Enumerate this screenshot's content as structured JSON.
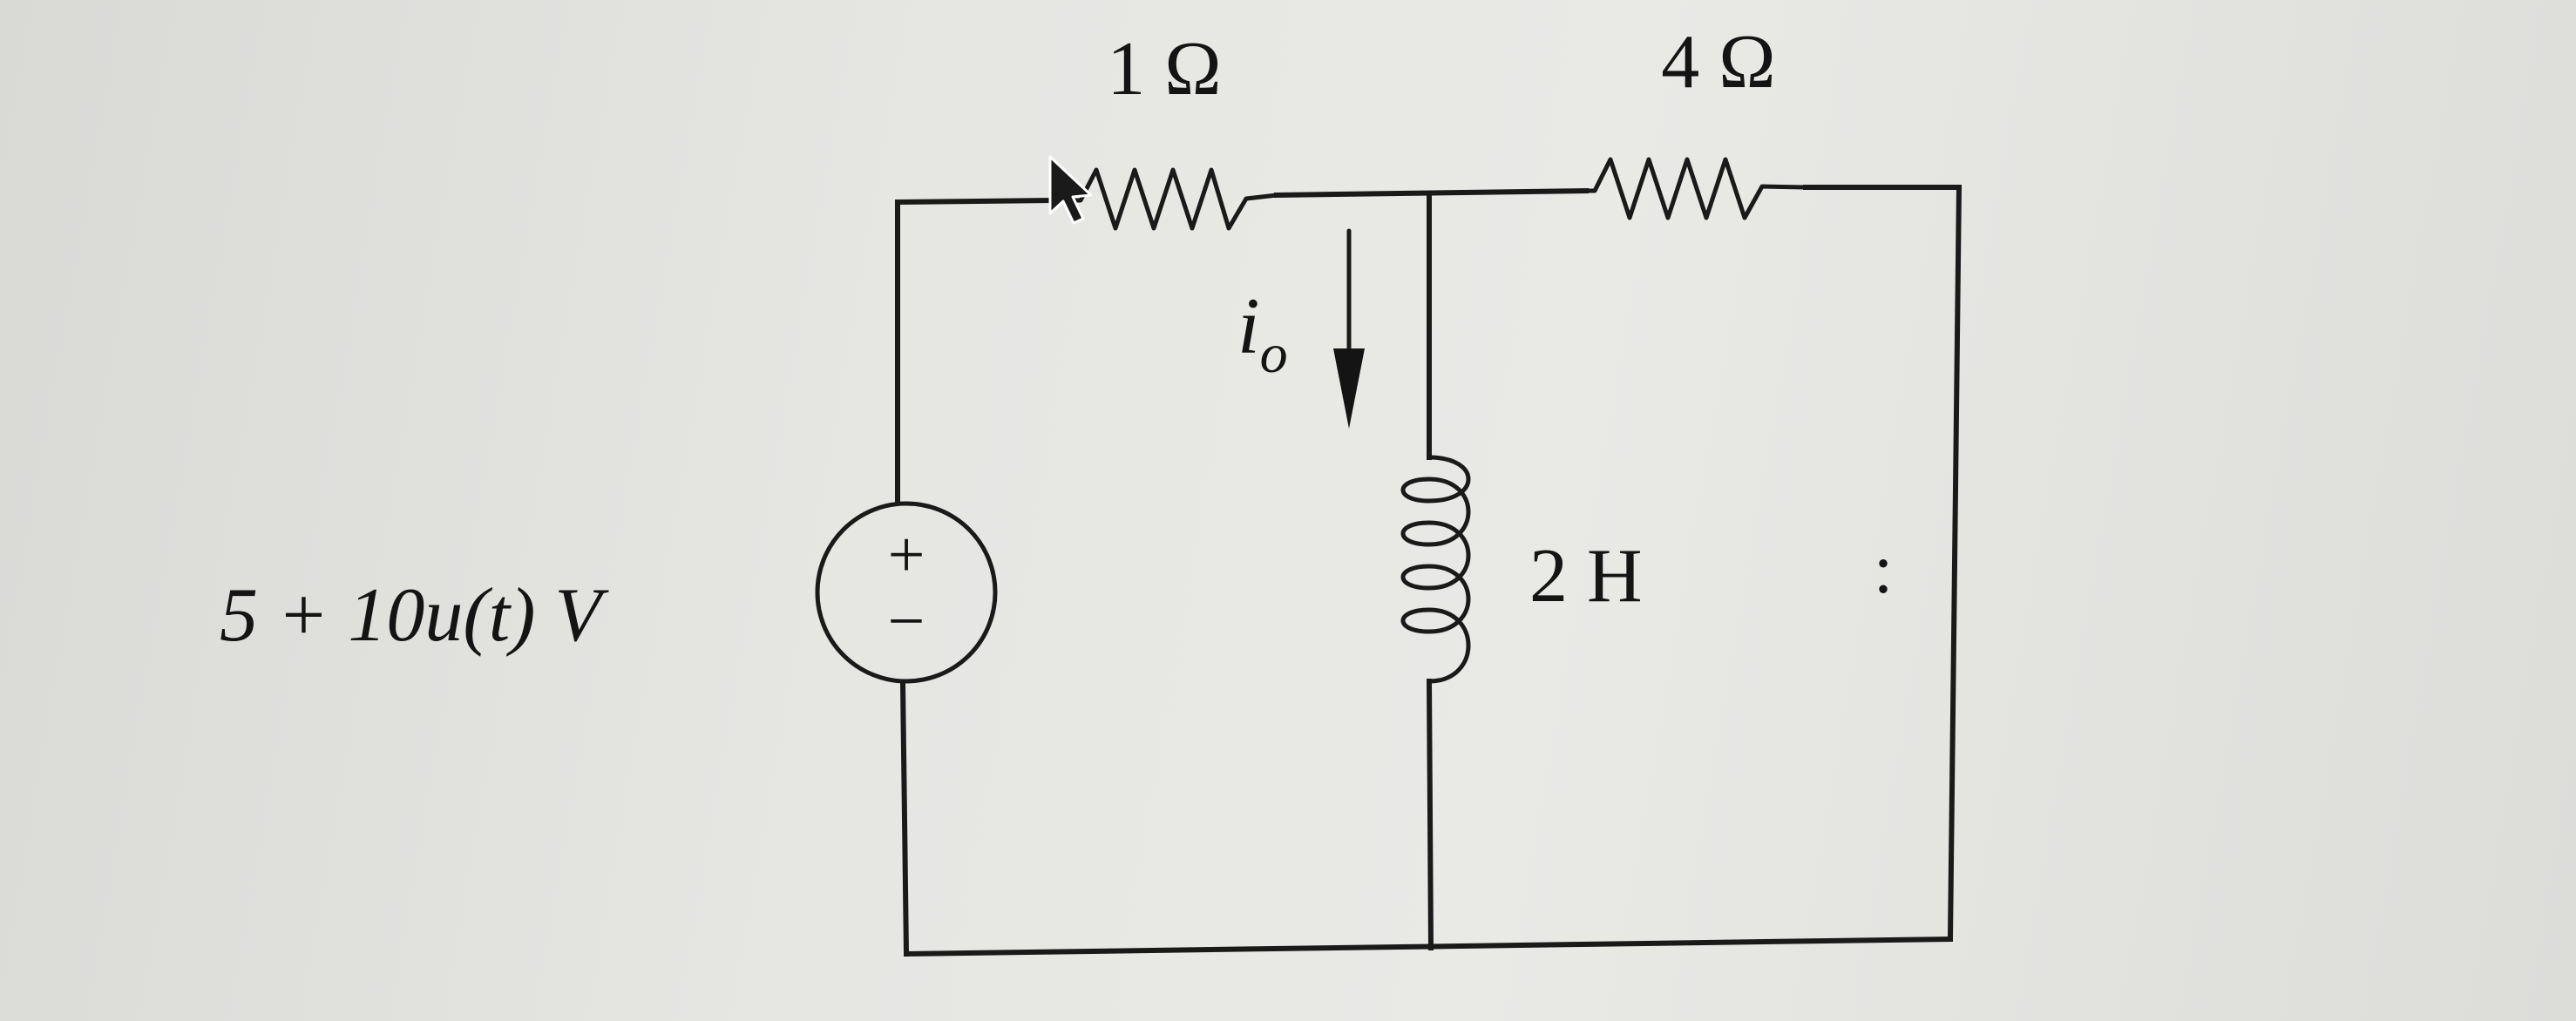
{
  "circuit": {
    "source": {
      "label": "5 + 10u(t) V",
      "plus": "+",
      "minus": "−"
    },
    "resistor_left": {
      "label": "1 Ω"
    },
    "resistor_right": {
      "label": "4 Ω"
    },
    "inductor": {
      "label": "2 H"
    },
    "current": {
      "symbol": "i",
      "subscript": "o"
    },
    "stray_mark": ":"
  }
}
